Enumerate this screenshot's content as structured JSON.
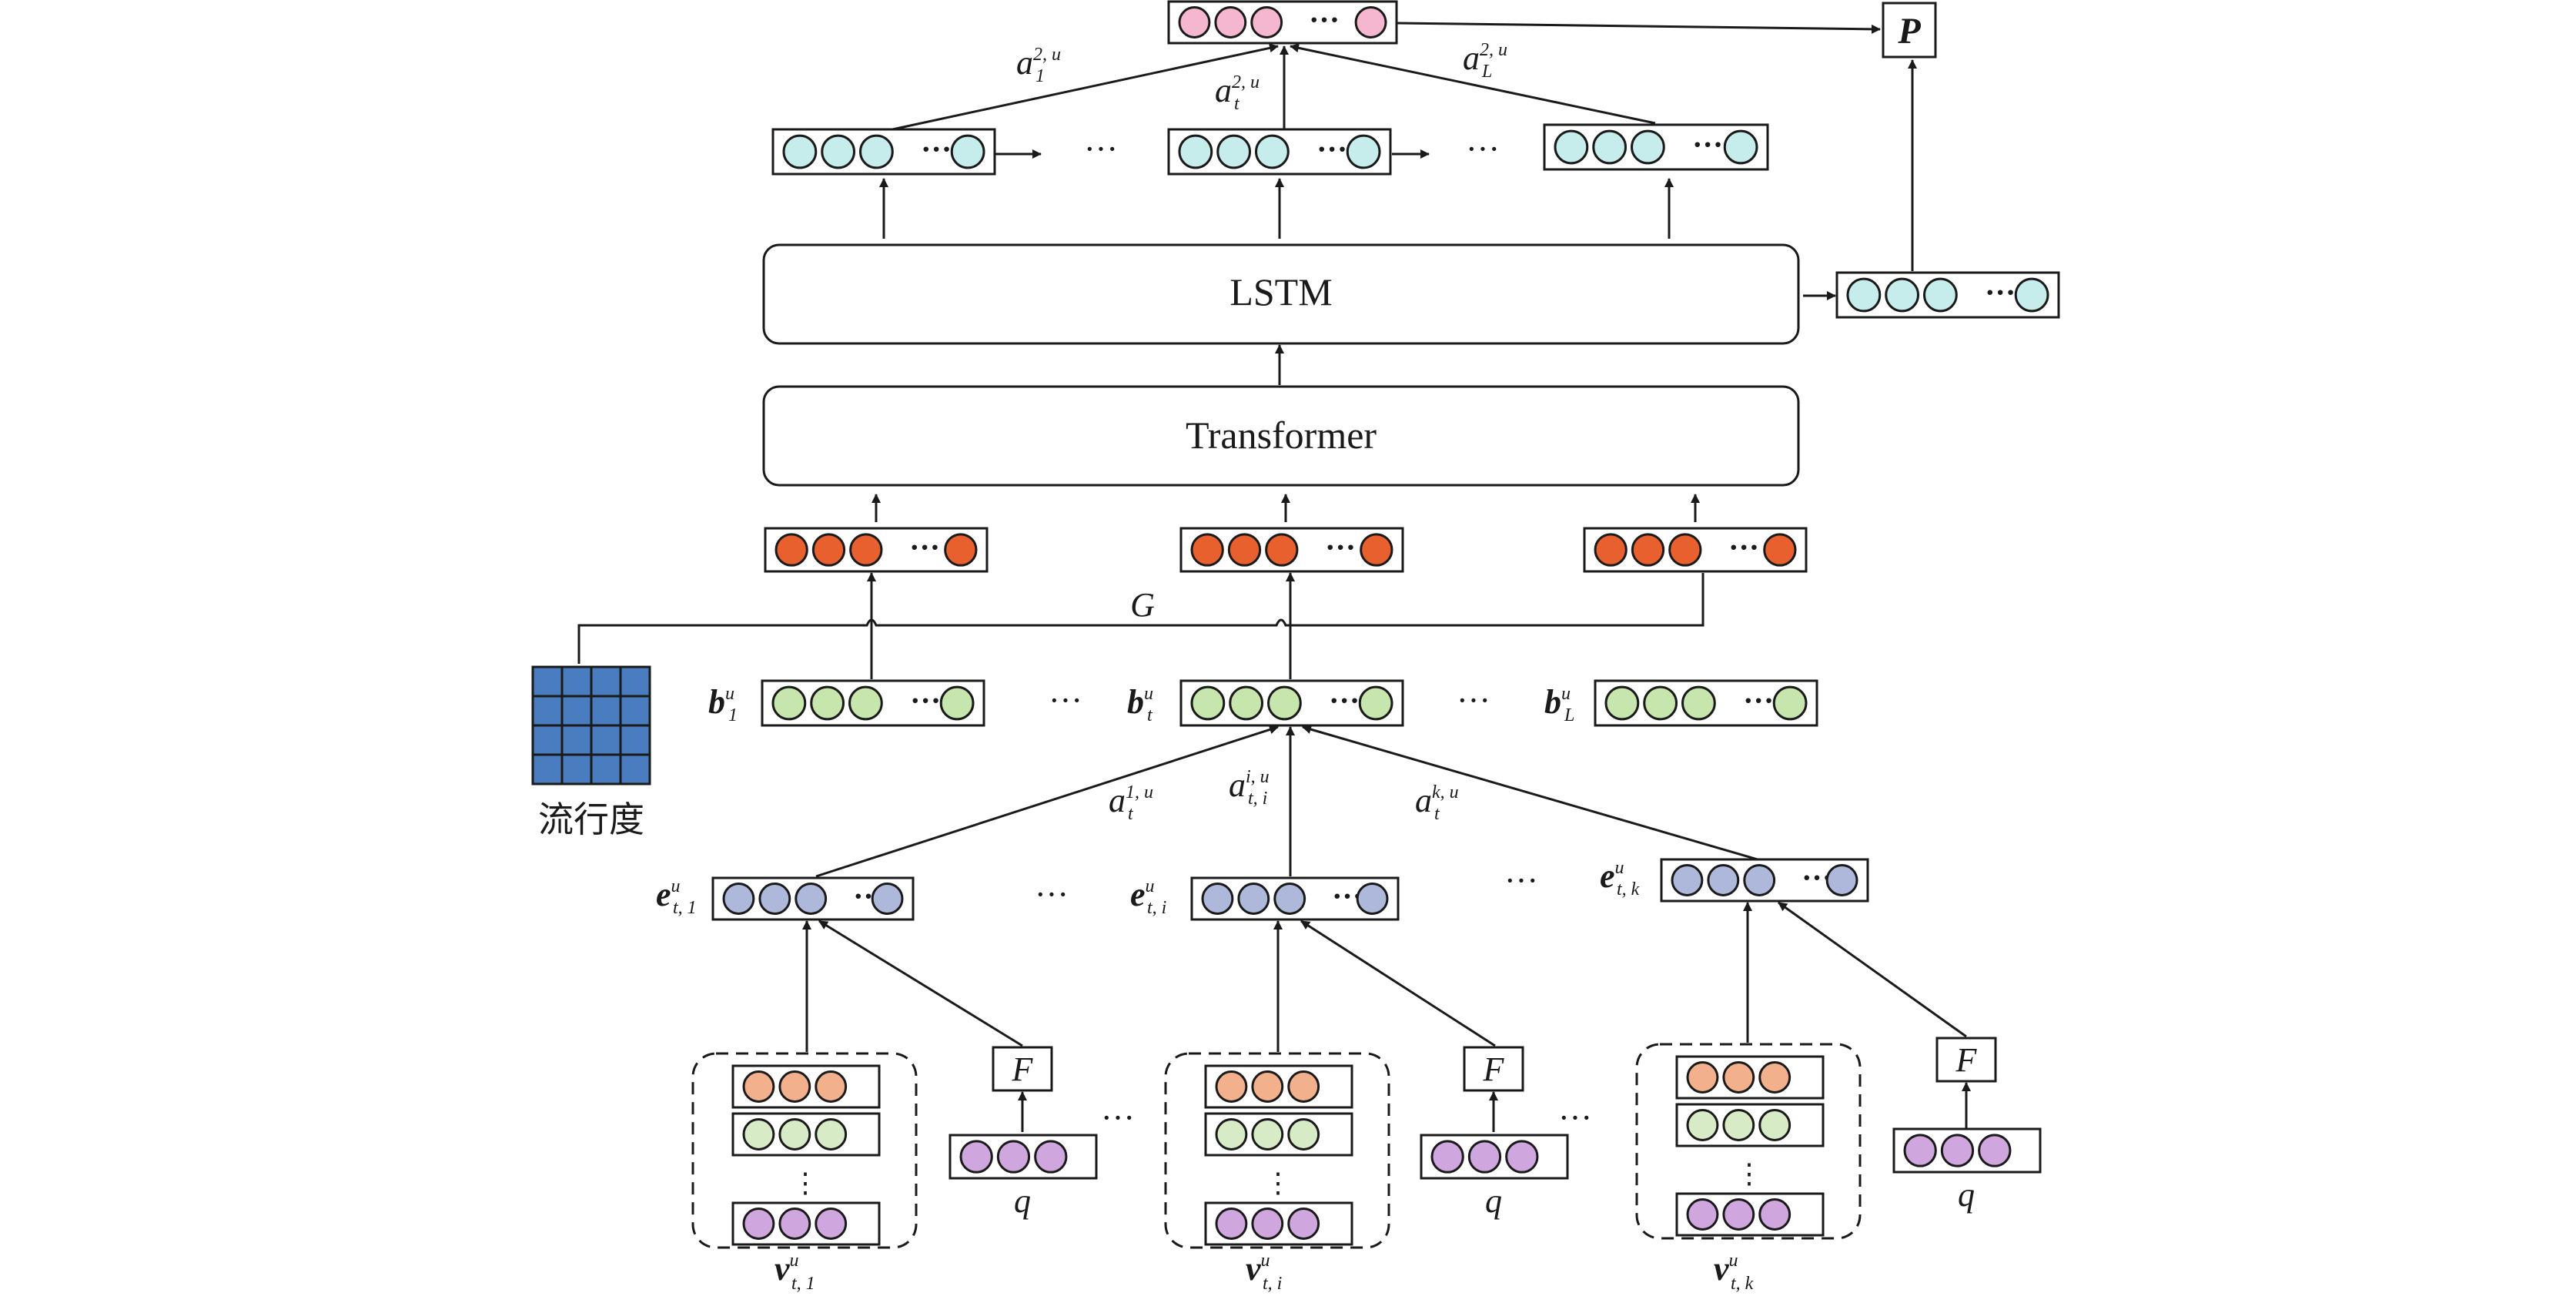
{
  "modules": {
    "lstm": "LSTM",
    "transformer": "Transformer"
  },
  "labels": {
    "output": "P",
    "graph": "G",
    "popularity": "流行度",
    "filter": "F",
    "query": "q",
    "ellipsis": "···",
    "vdots": "⋮"
  },
  "attention_top": [
    {
      "base": "a",
      "sub": "1",
      "sup": "2, u"
    },
    {
      "base": "a",
      "sub": "t",
      "sup": "2, u"
    },
    {
      "base": "a",
      "sub": "L",
      "sup": "2, u"
    }
  ],
  "attention_mid": [
    {
      "base": "a",
      "sub": "t",
      "sup": "1, u"
    },
    {
      "base": "a",
      "sub": "t, i",
      "sup": "i, u"
    },
    {
      "base": "a",
      "sub": "t",
      "sup": "k, u"
    }
  ],
  "basket_vectors": [
    {
      "base": "b",
      "sub": "1",
      "sup": "u"
    },
    {
      "base": "b",
      "sub": "t",
      "sup": "u"
    },
    {
      "base": "b",
      "sub": "L",
      "sup": "u"
    }
  ],
  "item_vectors": [
    {
      "base": "e",
      "sub": "t, 1",
      "sup": "u"
    },
    {
      "base": "e",
      "sub": "t, i",
      "sup": "u"
    },
    {
      "base": "e",
      "sub": "t, k",
      "sup": "u"
    }
  ],
  "feature_groups": [
    {
      "base": "v",
      "sub": "t, 1",
      "sup": "u"
    },
    {
      "base": "v",
      "sub": "t, i",
      "sup": "u"
    },
    {
      "base": "v",
      "sub": "t, k",
      "sup": "u"
    }
  ],
  "colors": {
    "pink": "#f5b6cf",
    "cyan": "#c6ecec",
    "orange": "#e8602d",
    "green": "#c6e6ad",
    "periwinkle": "#aeb8da",
    "peach": "#f3b08d",
    "light_green": "#d7ecc6",
    "purple": "#cfa6dd",
    "grid_blue": "#4a7dc0",
    "line": "#1a1a1a"
  }
}
